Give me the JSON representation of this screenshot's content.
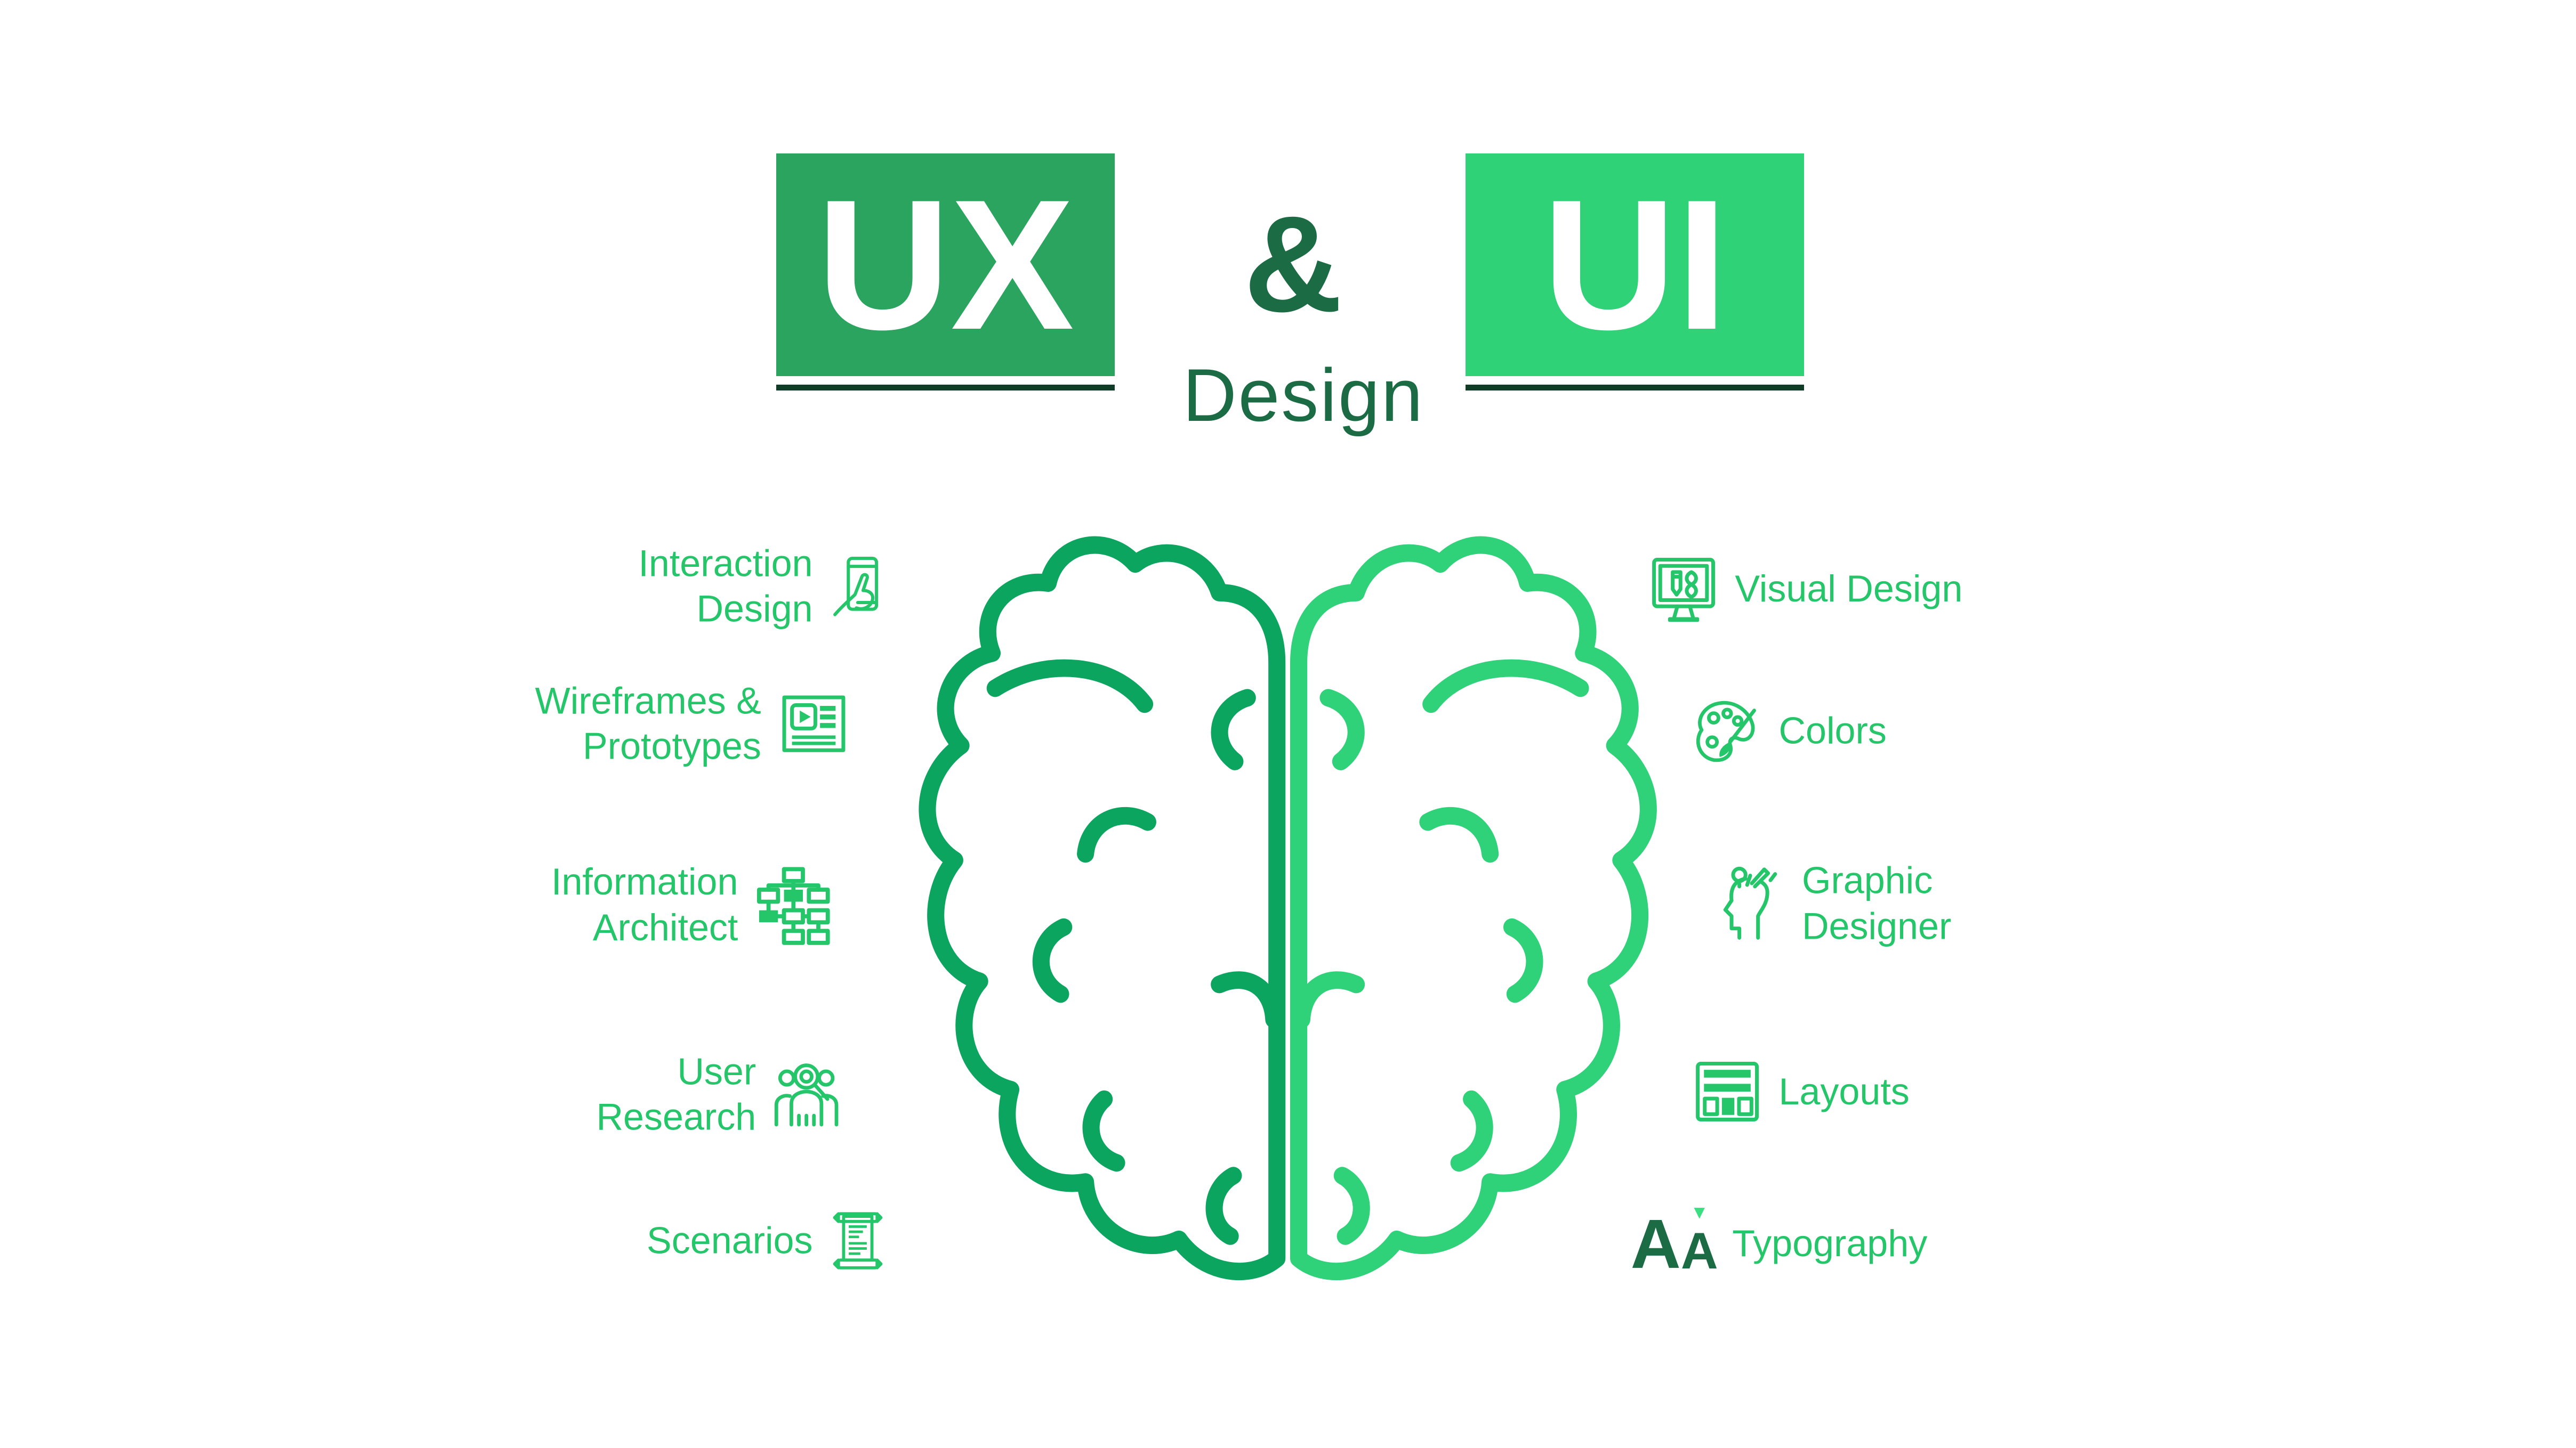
{
  "title": "UX & UI Design",
  "header": {
    "ux": "UX",
    "ampersand": "&",
    "ui": "UI",
    "subtitle": "Design"
  },
  "colors": {
    "background": "#ffffff",
    "ux_box": "#2aa45f",
    "ui_box": "#30d278",
    "dark_green": "#1b6b44",
    "underline": "#113c27",
    "label_green": "#25c66a",
    "brain_left": "#0ca55f",
    "brain_right": "#2fd279",
    "marker_green": "#3adf82"
  },
  "ux_items": [
    {
      "line1": "Interaction",
      "line2": "Design",
      "icon": "interaction-design-icon"
    },
    {
      "line1": "Wireframes &",
      "line2": "Prototypes",
      "icon": "wireframes-prototypes-icon"
    },
    {
      "line1": "Information",
      "line2": "Architect",
      "icon": "information-architect-icon"
    },
    {
      "line1": "User",
      "line2": "Research",
      "icon": "user-research-icon"
    },
    {
      "line1": "Scenarios",
      "line2": "",
      "icon": "scenarios-icon"
    }
  ],
  "ui_items": [
    {
      "line1": "Visual Design",
      "line2": "",
      "icon": "visual-design-icon"
    },
    {
      "line1": "Colors",
      "line2": "",
      "icon": "colors-palette-icon"
    },
    {
      "line1": "Graphic",
      "line2": "Designer",
      "icon": "graphic-designer-icon"
    },
    {
      "line1": "Layouts",
      "line2": "",
      "icon": "layouts-icon"
    },
    {
      "line1": "Typography",
      "line2": "",
      "icon": "typography-icon"
    }
  ],
  "typography_glyphs": {
    "large": "A",
    "small": "A",
    "marker": "▼"
  }
}
